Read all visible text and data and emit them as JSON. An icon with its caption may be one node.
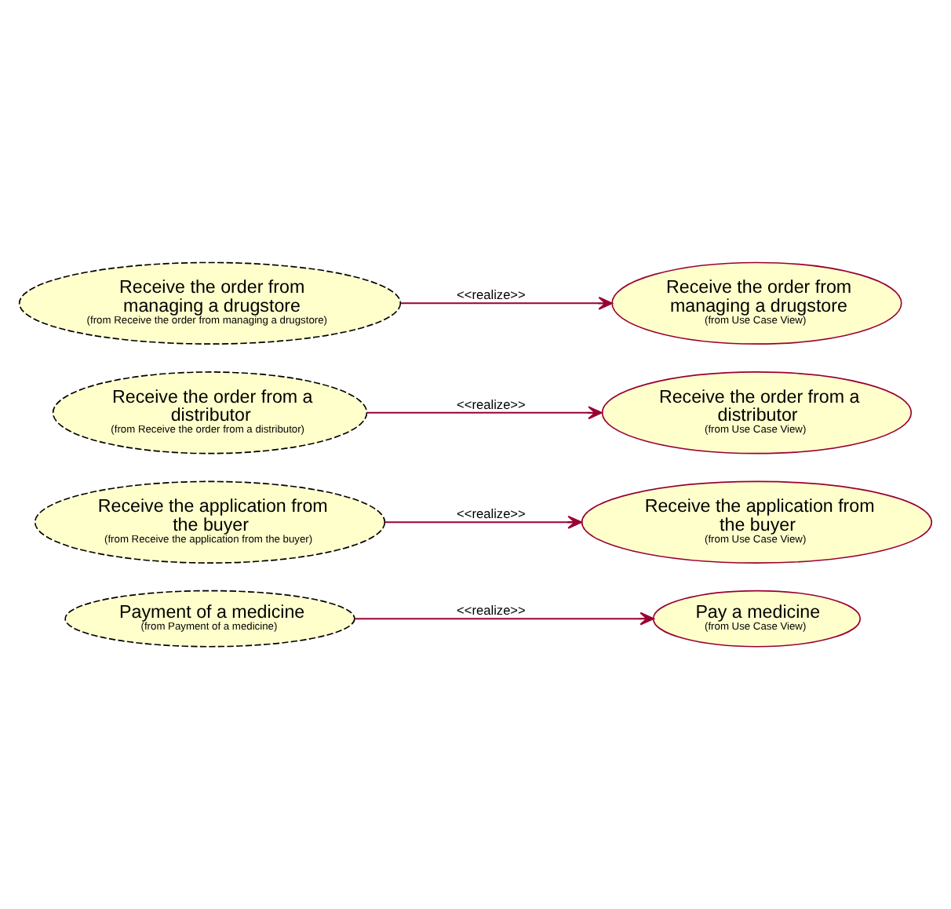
{
  "diagram": {
    "nodes": [
      {
        "text": [
          "Receive the order from managing a drugstore",
          "(from Receive the order from managing a drugstore)"
        ]
      },
      {
        "text": [
          "Receive the order from managing a drugstore",
          "(from Use Case View)"
        ]
      },
      {
        "text": [
          "Receive the order from a distributor",
          "(from Receive the order from a distributor)"
        ]
      },
      {
        "text": [
          "Receive the order from a distributor",
          "(from Use Case View)"
        ]
      },
      {
        "text": [
          "Receive the application from the buyer",
          "(from Receive the application from the buyer)"
        ]
      },
      {
        "text": [
          "Receive the application from the buyer",
          "(from Use Case View)"
        ]
      },
      {
        "text": [
          "Payment of a medicine",
          "(from Payment of a medicine)"
        ]
      },
      {
        "text": [
          "Pay a medicine",
          "(from Use Case View)"
        ]
      }
    ],
    "edges": [
      {
        "from": 0,
        "to": 1,
        "arrow": "to",
        "label": "<<realize>>"
      },
      {
        "from": 2,
        "to": 3,
        "arrow": "to",
        "label": "<<realize>>"
      },
      {
        "from": 4,
        "to": 5,
        "arrow": "to",
        "label": "<<realize>>"
      },
      {
        "from": 6,
        "to": 7,
        "arrow": "to",
        "label": "<<realize>>"
      }
    ]
  }
}
